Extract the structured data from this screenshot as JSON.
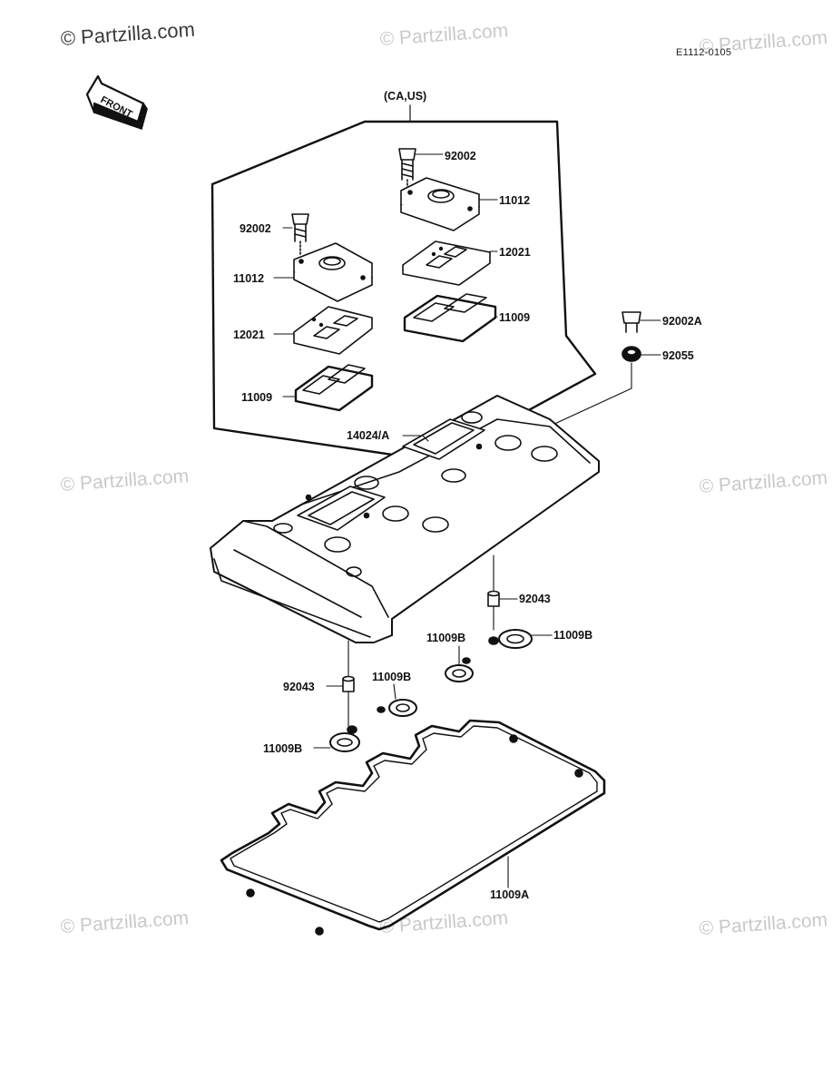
{
  "watermarks": {
    "main": "© Partzilla.com",
    "faint": "© Partzilla.com"
  },
  "diagram_ref": "E1112-0105",
  "front_arrow": "FRONT",
  "region_note": "(CA,US)",
  "labels": {
    "bolt_upper_right": "92002",
    "cap_upper_right": "11012",
    "bolt_upper_left": "92002",
    "plate_right": "12021",
    "cap_left": "11012",
    "gasket_right": "11009",
    "plate_left": "12021",
    "gasket_left": "11009",
    "bolt_main": "92002A",
    "washer_main": "92055",
    "cover": "14024/A",
    "collar_right": "92043",
    "ring_right": "11009B",
    "ring_mid_right": "11009B",
    "ring_mid_left": "11009B",
    "collar_left": "92043",
    "ring_left": "11009B",
    "gasket_main": "11009A"
  }
}
